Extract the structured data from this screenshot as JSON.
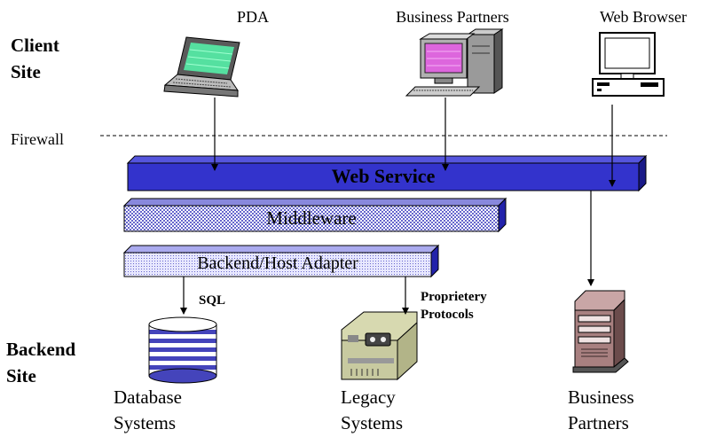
{
  "sections": {
    "client_line1": "Client",
    "client_line2": "Site",
    "firewall": "Firewall",
    "backend_line1": "Backend",
    "backend_line2": "Site"
  },
  "clients": {
    "pda": "PDA",
    "partners": "Business Partners",
    "browser": "Web Browser"
  },
  "layers": {
    "web_service": "Web Service",
    "middleware": "Middleware",
    "adapter": "Backend/Host Adapter"
  },
  "protocols": {
    "sql": "SQL",
    "proprietary_line1": "Proprietery",
    "proprietary_line2": "Protocols"
  },
  "backends": {
    "db_line1": "Database",
    "db_line2": "Systems",
    "legacy_line1": "Legacy",
    "legacy_line2": "Systems",
    "partners_line1": "Business",
    "partners_line2": "Partners"
  },
  "colors": {
    "web_service": "#3333cc",
    "middleware": "#8888dd",
    "adapter": "#aaaaee",
    "database_stripe": "#4444bb"
  }
}
